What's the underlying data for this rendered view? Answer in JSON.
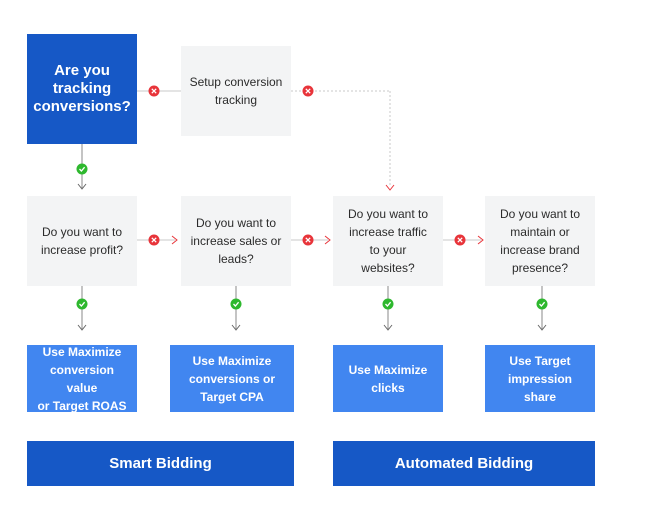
{
  "start": {
    "label": "Are you\ntracking\nconversions?"
  },
  "setup": {
    "label": "Setup conversion\ntracking"
  },
  "questions": {
    "profit": "Do you want to\nincrease profit?",
    "sales": "Do you want to\nincrease sales or\nleads?",
    "traffic": "Do you want to\nincrease traffic\nto your\nwebsites?",
    "brand": "Do you want to\nmaintain or\nincrease brand\npresence?"
  },
  "actions": {
    "roas": "Use Maximize\nconversion value\nor Target ROAS",
    "cpa": "Use Maximize\nconversions or\nTarget CPA",
    "clicks": "Use Maximize\nclicks",
    "impression": "Use Target\nimpression share"
  },
  "bands": {
    "smart": "Smart Bidding",
    "automated": "Automated Bidding"
  },
  "colors": {
    "dark_blue": "#1658c6",
    "mid_blue": "#4186f0",
    "question_bg": "#f3f4f5",
    "yes_green": "#2eb82e",
    "no_red": "#e8343a"
  },
  "markers": {
    "yes_icon": "check-icon",
    "no_icon": "x-icon"
  }
}
